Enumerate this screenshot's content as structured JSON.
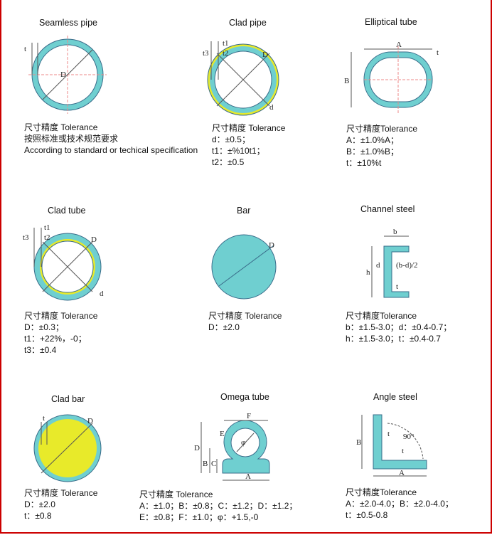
{
  "colors": {
    "border": "#cc0000",
    "tube": "#6fcfd0",
    "clad": "#e8ea2a",
    "edge": "#3a6c8a"
  },
  "items": [
    {
      "title": "Seamless pipe",
      "labels": {
        "t": "t",
        "D": "D"
      },
      "tolerance": [
        "尺寸精度 Tolerance",
        "按照标准或技术规范要求",
        "According to standard or techical specification"
      ]
    },
    {
      "title": "Clad pipe",
      "labels": {
        "t1": "t1",
        "t2": "t2",
        "t3": "t3",
        "D": "D",
        "d": "d"
      },
      "tolerance": [
        "尺寸精度 Tolerance",
        "d：±0.5；",
        "t1：±%10t1；",
        "t2：±0.5"
      ]
    },
    {
      "title": "Elliptical tube",
      "labels": {
        "A": "A",
        "B": "B",
        "t": "t"
      },
      "tolerance": [
        "尺寸精度Tolerance",
        "A：±1.0%A；",
        "B：±1.0%B；",
        "t：±10%t"
      ]
    },
    {
      "title": "Clad tube",
      "labels": {
        "t1": "t1",
        "t2": "t2",
        "t3": "t3",
        "D": "D",
        "d": "d"
      },
      "tolerance": [
        "尺寸精度 Tolerance",
        "D：±0.3；",
        "t1：+22%，-0；",
        "t3：±0.4"
      ]
    },
    {
      "title": "Bar",
      "labels": {
        "D": "D"
      },
      "tolerance": [
        "尺寸精度 Tolerance",
        "D：±2.0"
      ]
    },
    {
      "title": "Channel steel",
      "labels": {
        "b": "b",
        "h": "h",
        "d": "d",
        "bd": "(b-d)/2",
        "t": "t"
      },
      "tolerance": [
        "尺寸精度Tolerance",
        "b：±1.5-3.0；d：±0.4-0.7；",
        "h：±1.5-3.0；t：±0.4-0.7"
      ]
    },
    {
      "title": "Clad bar",
      "labels": {
        "t": "t",
        "D": "D"
      },
      "tolerance": [
        "尺寸精度 Tolerance",
        "D：±2.0",
        "t：±0.8"
      ]
    },
    {
      "title": "Omega tube",
      "labels": {
        "A": "A",
        "B": "B",
        "C": "C",
        "D": "D",
        "E": "E",
        "F": "F",
        "phi": "φ"
      },
      "tolerance": [
        "尺寸精度 Tolerance",
        "A：±1.0；B：±0.8；C：±1.2；D：±1.2；",
        "E：±0.8；F：±1.0；φ：+1.5,-0"
      ]
    },
    {
      "title": "Angle steel",
      "labels": {
        "A": "A",
        "B": "B",
        "t1": "t",
        "t2": "t",
        "angle": "90°"
      },
      "tolerance": [
        "尺寸精度Tolerance",
        "A：±2.0-4.0；B：±2.0-4.0；",
        "t：±0.5-0.8"
      ]
    }
  ]
}
